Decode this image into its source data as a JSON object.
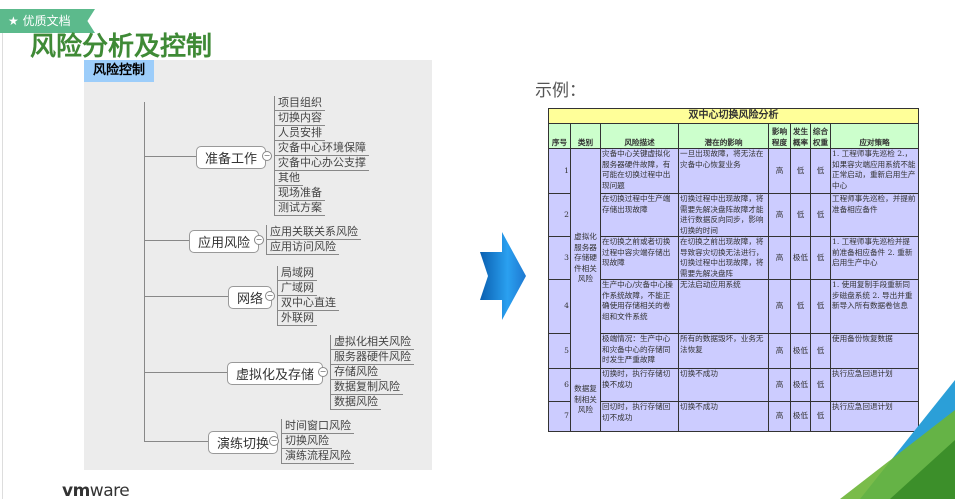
{
  "badge": {
    "icon": "star-icon",
    "label": "优质文档"
  },
  "title": "风险分析及控制",
  "mindmap": {
    "root": "风险控制",
    "branches": [
      {
        "label": "准备工作",
        "leaves": [
          "项目组织",
          "切换内容",
          "人员安排",
          "灾备中心环境保障",
          "灾备中心办公支撑",
          "其他",
          "现场准备",
          "测试方案"
        ]
      },
      {
        "label": "应用风险",
        "leaves": [
          "应用关联关系风险",
          "应用访问风险"
        ]
      },
      {
        "label": "网络",
        "leaves": [
          "局域网",
          "广域网",
          "双中心直连",
          "外联网"
        ]
      },
      {
        "label": "虚拟化及存储",
        "leaves": [
          "虚拟化相关风险",
          "服务器硬件风险",
          "存储风险",
          "数据复制风险",
          "数据风险"
        ]
      },
      {
        "label": "演练切换",
        "leaves": [
          "时间窗口风险",
          "切换风险",
          "演练流程风险"
        ]
      }
    ]
  },
  "example_label": "示例：",
  "table": {
    "title": "双中心切换风险分析",
    "headers": [
      "序号",
      "类别",
      "风险描述",
      "潜在的影响",
      "影响程度",
      "发生概率",
      "综合权重",
      "应对策略"
    ],
    "categories": [
      {
        "label": "虚拟化服务器存储硬件相关风险",
        "span": 5
      },
      {
        "label": "数据复制相关风险",
        "span": 2
      }
    ],
    "rows": [
      {
        "no": "1",
        "desc": "灾备中心关键虚拟化服务器硬件故障，有可能在切换过程中出现问题",
        "impact": "一旦出现故障，将无法在灾备中心恢复业务",
        "degree": "高",
        "prob": "低",
        "weight": "低",
        "strategy": "1. 工程师事先巡检 2.，如果容灾端应用系统不能正常启动，重新启用生产中心"
      },
      {
        "no": "2",
        "desc": "在切换过程中生产端存储出现故障",
        "impact": "切换过程中出现故障，将需要先解决盘阵故障才能进行数据反向同步，影响切换的时间",
        "degree": "高",
        "prob": "低",
        "weight": "低",
        "strategy": "工程师事先巡检，并提前准备相应备件"
      },
      {
        "no": "3",
        "desc": "在切换之前或者切换过程中容灾端存储出现故障",
        "impact": "在切换之前出现故障，将导致容灾切换无法进行，切换过程中出现故障，将需要先解决盘阵",
        "degree": "高",
        "prob": "极低",
        "weight": "低",
        "strategy": "1. 工程师事先巡检并提前准备相应备件 2. 重新启用生产中心"
      },
      {
        "no": "4",
        "desc": "生产中心/灾备中心操作系统故障，不能正确使用存储相关的卷组和文件系统",
        "impact": "无法启动应用系统",
        "degree": "高",
        "prob": "低",
        "weight": "低",
        "strategy": "1. 使用复制手段重新同步磁盘系统 2. 导出并重新导入所有数据卷信息"
      },
      {
        "no": "5",
        "desc": "极端情况：生产中心和灾备中心的存储同时发生严重故障",
        "impact": "所有的数据毁坏，业务无法恢复",
        "degree": "高",
        "prob": "极低",
        "weight": "低",
        "strategy": "使用备份恢复数据"
      },
      {
        "no": "6",
        "desc": "切换时，执行存储切换不成功",
        "impact": "切换不成功",
        "degree": "高",
        "prob": "极低",
        "weight": "低",
        "strategy": "执行应急回退计划"
      },
      {
        "no": "7",
        "desc": "回切时，执行存储回切不成功",
        "impact": "切换不成功",
        "degree": "高",
        "prob": "极低",
        "weight": "低",
        "strategy": "执行应急回退计划"
      }
    ]
  },
  "logo": {
    "text_a": "vm",
    "text_b": "ware"
  },
  "colors": {
    "title": "#3f8a36",
    "badge": "#5cba8c",
    "table_title": "#ffff99",
    "table_header": "#ccffcc",
    "table_body": "#ccccff",
    "arrow": "#1e88d8"
  }
}
